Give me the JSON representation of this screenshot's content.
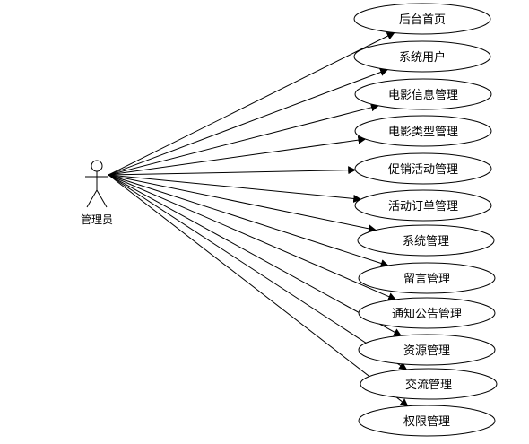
{
  "actor": {
    "label": "管理员",
    "icon": "stick-figure-actor"
  },
  "use_cases": [
    {
      "label": "后台首页"
    },
    {
      "label": "系统用户"
    },
    {
      "label": "电影信息管理"
    },
    {
      "label": "电影类型管理"
    },
    {
      "label": "促销活动管理"
    },
    {
      "label": "活动订单管理"
    },
    {
      "label": "系统管理"
    },
    {
      "label": "留言管理"
    },
    {
      "label": "通知公告管理"
    },
    {
      "label": "资源管理"
    },
    {
      "label": "交流管理"
    },
    {
      "label": "权限管理"
    }
  ]
}
